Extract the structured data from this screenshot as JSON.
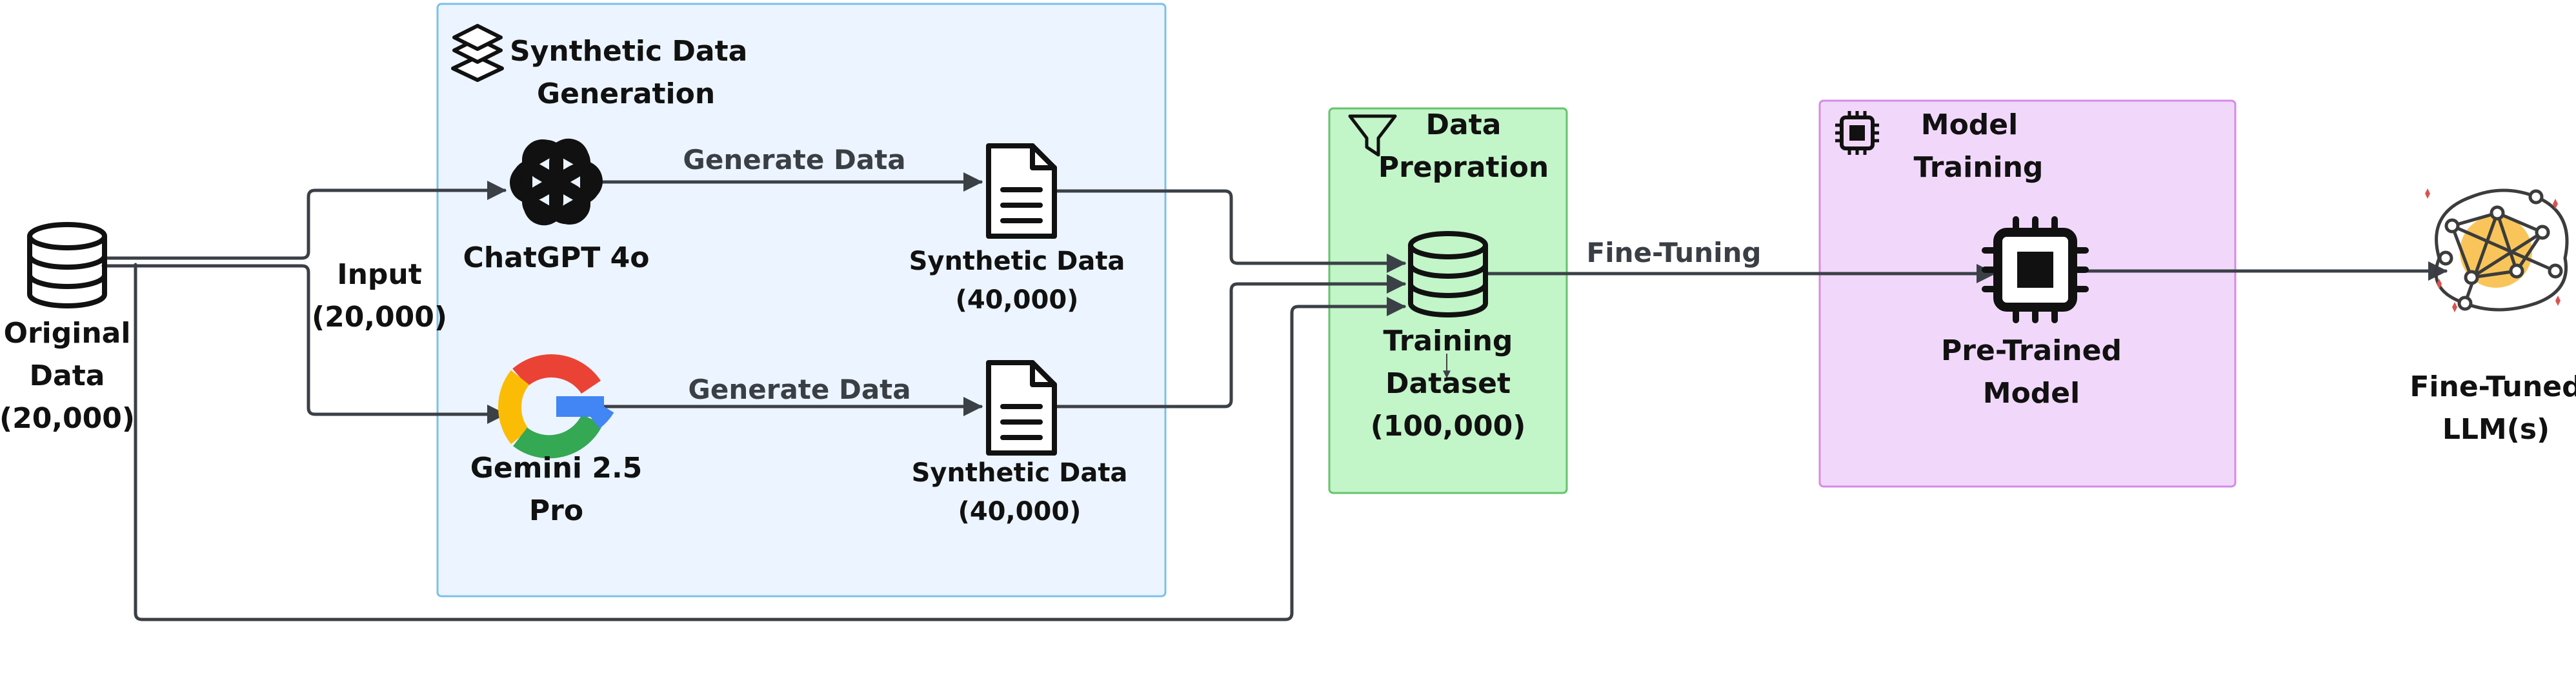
{
  "source": {
    "line1": "Original",
    "line2": "Data",
    "line3": "(20,000)"
  },
  "input_label": {
    "line1": "Input",
    "line2": "(20,000)"
  },
  "synthetic_group": {
    "title_line1": "Synthetic Data",
    "title_line2": "Generation",
    "fill": "#ecf4ff",
    "border": "#7cc0e8",
    "icon": "layers-icon"
  },
  "chatgpt": {
    "line1": "ChatGPT 4o",
    "icon": "openai-logo-icon"
  },
  "gemini": {
    "line1": "Gemini 2.5",
    "line2": "Pro",
    "icon": "google-g-logo-icon"
  },
  "generate_labels": {
    "top": "Generate Data",
    "bottom": "Generate Data"
  },
  "synthetic_top": {
    "line1": "Synthetic Data",
    "line2": "(40,000)",
    "icon": "document-icon"
  },
  "synthetic_bottom": {
    "line1": "Synthetic Data",
    "line2": "(40,000)",
    "icon": "document-icon"
  },
  "prep_group": {
    "title_line1": "Data",
    "title_line2": "Prepration",
    "fill": "#c2f5c8",
    "border": "#67c26f",
    "icon": "filter-icon"
  },
  "training_dataset": {
    "line1": "Training",
    "line2": "Dataset",
    "line3": "(100,000)",
    "icon": "database-icon"
  },
  "fine_tuning_label": "Fine-Tuning",
  "training_group": {
    "title_line1": "Model",
    "title_line2": "Training",
    "fill": "#f1d8fb",
    "border": "#d58be6",
    "icon": "chip-icon"
  },
  "pretrained": {
    "line1": "Pre-Trained",
    "line2": "Model",
    "icon": "chip-icon"
  },
  "output": {
    "line1": "Fine-Tuned",
    "line2": "LLM(s)",
    "icon": "brain-network-icon",
    "accent": "#f7b732"
  }
}
